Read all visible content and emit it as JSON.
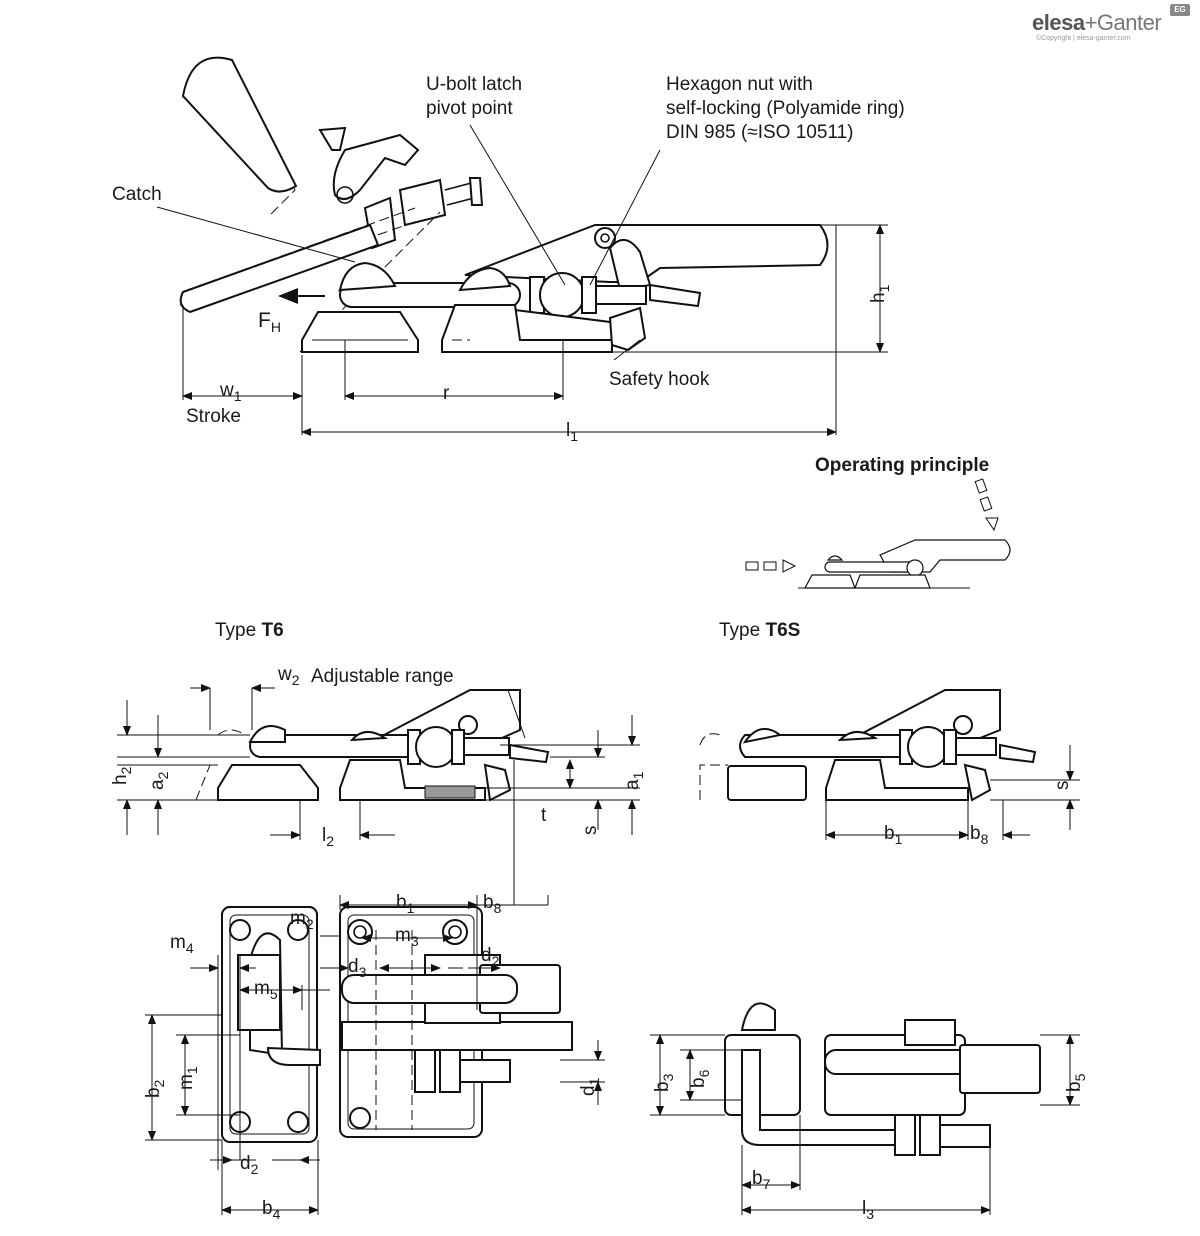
{
  "brand": {
    "name": "elesa",
    "plus": "+",
    "name2": "Ganter",
    "copyright": "©Copyright | elesa-ganter.com",
    "badge": "EG"
  },
  "callouts": {
    "catch": "Catch",
    "ubolt_line1": "U-bolt latch",
    "ubolt_line2": "pivot point",
    "hex_line1": "Hexagon nut with",
    "hex_line2": "self-locking (Polyamide ring)",
    "hex_line3": "DIN 985 (≈ISO 10511)",
    "safety_hook": "Safety hook",
    "stroke": "Stroke",
    "adjustable": "Adjustable range",
    "operating": "Operating principle",
    "type_prefix": "Type ",
    "type_t6": "T6",
    "type_t6s": "T6S"
  },
  "dims": {
    "F": "F",
    "F_sub": "H",
    "w1": "w",
    "w1_sub": "1",
    "r": "r",
    "l1": "l",
    "l1_sub": "1",
    "h1": "h",
    "h1_sub": "1",
    "w2": "w",
    "w2_sub": "2",
    "h2": "h",
    "h2_sub": "2",
    "a2": "a",
    "a2_sub": "2",
    "a1": "a",
    "a1_sub": "1",
    "l2": "l",
    "l2_sub": "2",
    "t": "t",
    "s": "s",
    "b1": "b",
    "b1_sub": "1",
    "b8": "b",
    "b8_sub": "8",
    "m2": "m",
    "m2_sub": "2",
    "m3": "m",
    "m3_sub": "3",
    "m4": "m",
    "m4_sub": "4",
    "m5": "m",
    "m5_sub": "5",
    "m1": "m",
    "m1_sub": "1",
    "d1": "d",
    "d1_sub": "1",
    "d2": "d",
    "d2_sub": "2",
    "d3": "d",
    "d3_sub": "3",
    "b2": "b",
    "b2_sub": "2",
    "b4": "b",
    "b4_sub": "4",
    "b3": "b",
    "b3_sub": "3",
    "b6": "b",
    "b6_sub": "6",
    "b5": "b",
    "b5_sub": "5",
    "b7": "b",
    "b7_sub": "7",
    "l3": "l",
    "l3_sub": "3"
  }
}
